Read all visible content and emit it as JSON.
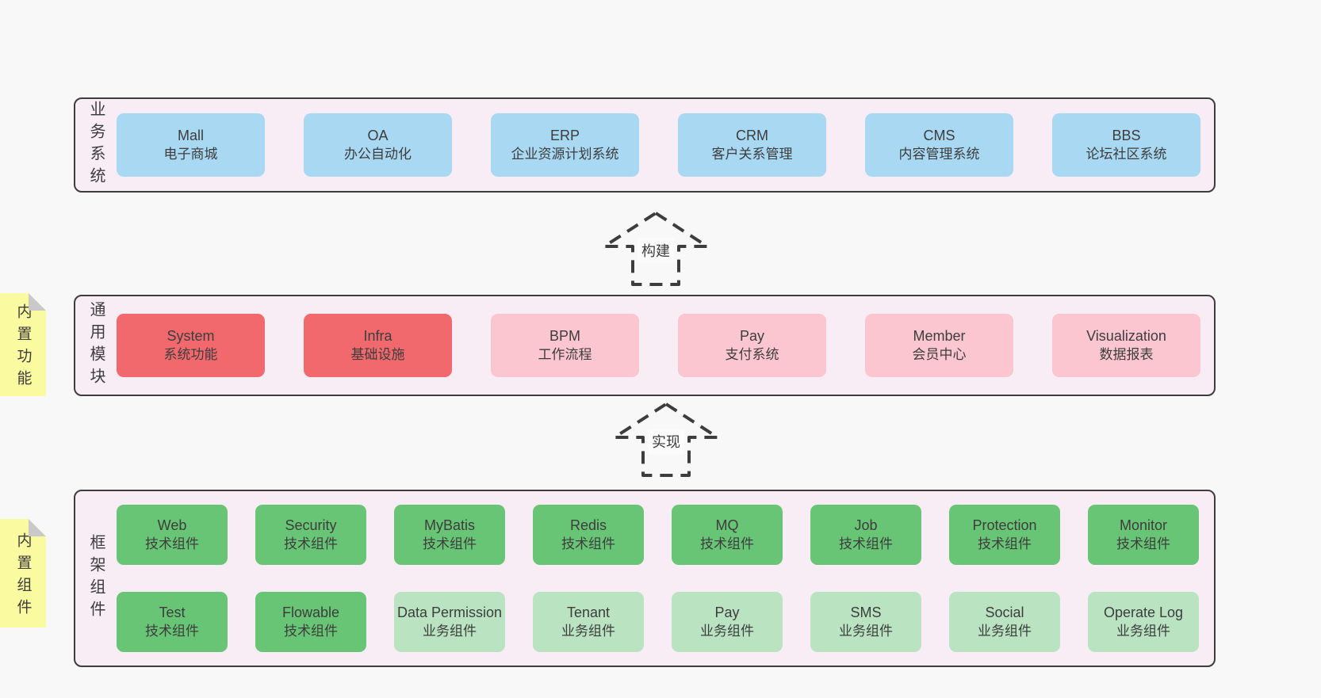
{
  "colors": {
    "page_bg": "#f8f8f8",
    "container_fill": "#f8edf5",
    "container_border": "#3d3d3d",
    "business_box_blue": "#a8d8f2",
    "core_module_red": "#f1696c",
    "module_pink": "#fbc6cf",
    "tech_component_green": "#68c575",
    "biz_component_green_light": "#b9e3c1",
    "note_yellow": "#fafaa0",
    "note_fold_gray": "#c9c9c9",
    "text": "#3d3d3d"
  },
  "arrows": {
    "build": "构建",
    "implement": "实现"
  },
  "layers": {
    "business": {
      "label": "业务系统",
      "boxes": [
        {
          "name": "Mall",
          "desc": "电子商城",
          "variant": "blue"
        },
        {
          "name": "OA",
          "desc": "办公自动化",
          "variant": "blue"
        },
        {
          "name": "ERP",
          "desc": "企业资源计划系统",
          "variant": "blue"
        },
        {
          "name": "CRM",
          "desc": "客户关系管理",
          "variant": "blue"
        },
        {
          "name": "CMS",
          "desc": "内容管理系统",
          "variant": "blue"
        },
        {
          "name": "BBS",
          "desc": "论坛社区系统",
          "variant": "blue"
        }
      ]
    },
    "modules": {
      "label": "通用模块",
      "note": "内置功能",
      "boxes": [
        {
          "name": "System",
          "desc": "系统功能",
          "variant": "red"
        },
        {
          "name": "Infra",
          "desc": "基础设施",
          "variant": "red"
        },
        {
          "name": "BPM",
          "desc": "工作流程",
          "variant": "pink"
        },
        {
          "name": "Pay",
          "desc": "支付系统",
          "variant": "pink"
        },
        {
          "name": "Member",
          "desc": "会员中心",
          "variant": "pink"
        },
        {
          "name": "Visualization",
          "desc": "数据报表",
          "variant": "pink"
        }
      ]
    },
    "components": {
      "label": "框架组件",
      "note": "内置组件",
      "row1": [
        {
          "name": "Web",
          "desc": "技术组件",
          "variant": "green"
        },
        {
          "name": "Security",
          "desc": "技术组件",
          "variant": "green"
        },
        {
          "name": "MyBatis",
          "desc": "技术组件",
          "variant": "green"
        },
        {
          "name": "Redis",
          "desc": "技术组件",
          "variant": "green"
        },
        {
          "name": "MQ",
          "desc": "技术组件",
          "variant": "green"
        },
        {
          "name": "Job",
          "desc": "技术组件",
          "variant": "green"
        },
        {
          "name": "Protection",
          "desc": "技术组件",
          "variant": "green"
        },
        {
          "name": "Monitor",
          "desc": "技术组件",
          "variant": "green"
        }
      ],
      "row2": [
        {
          "name": "Test",
          "desc": "技术组件",
          "variant": "green"
        },
        {
          "name": "Flowable",
          "desc": "技术组件",
          "variant": "green"
        },
        {
          "name": "Data Permission",
          "desc": "业务组件",
          "variant": "green-light"
        },
        {
          "name": "Tenant",
          "desc": "业务组件",
          "variant": "green-light"
        },
        {
          "name": "Pay",
          "desc": "业务组件",
          "variant": "green-light"
        },
        {
          "name": "SMS",
          "desc": "业务组件",
          "variant": "green-light"
        },
        {
          "name": "Social",
          "desc": "业务组件",
          "variant": "green-light"
        },
        {
          "name": "Operate Log",
          "desc": "业务组件",
          "variant": "green-light"
        }
      ]
    }
  }
}
